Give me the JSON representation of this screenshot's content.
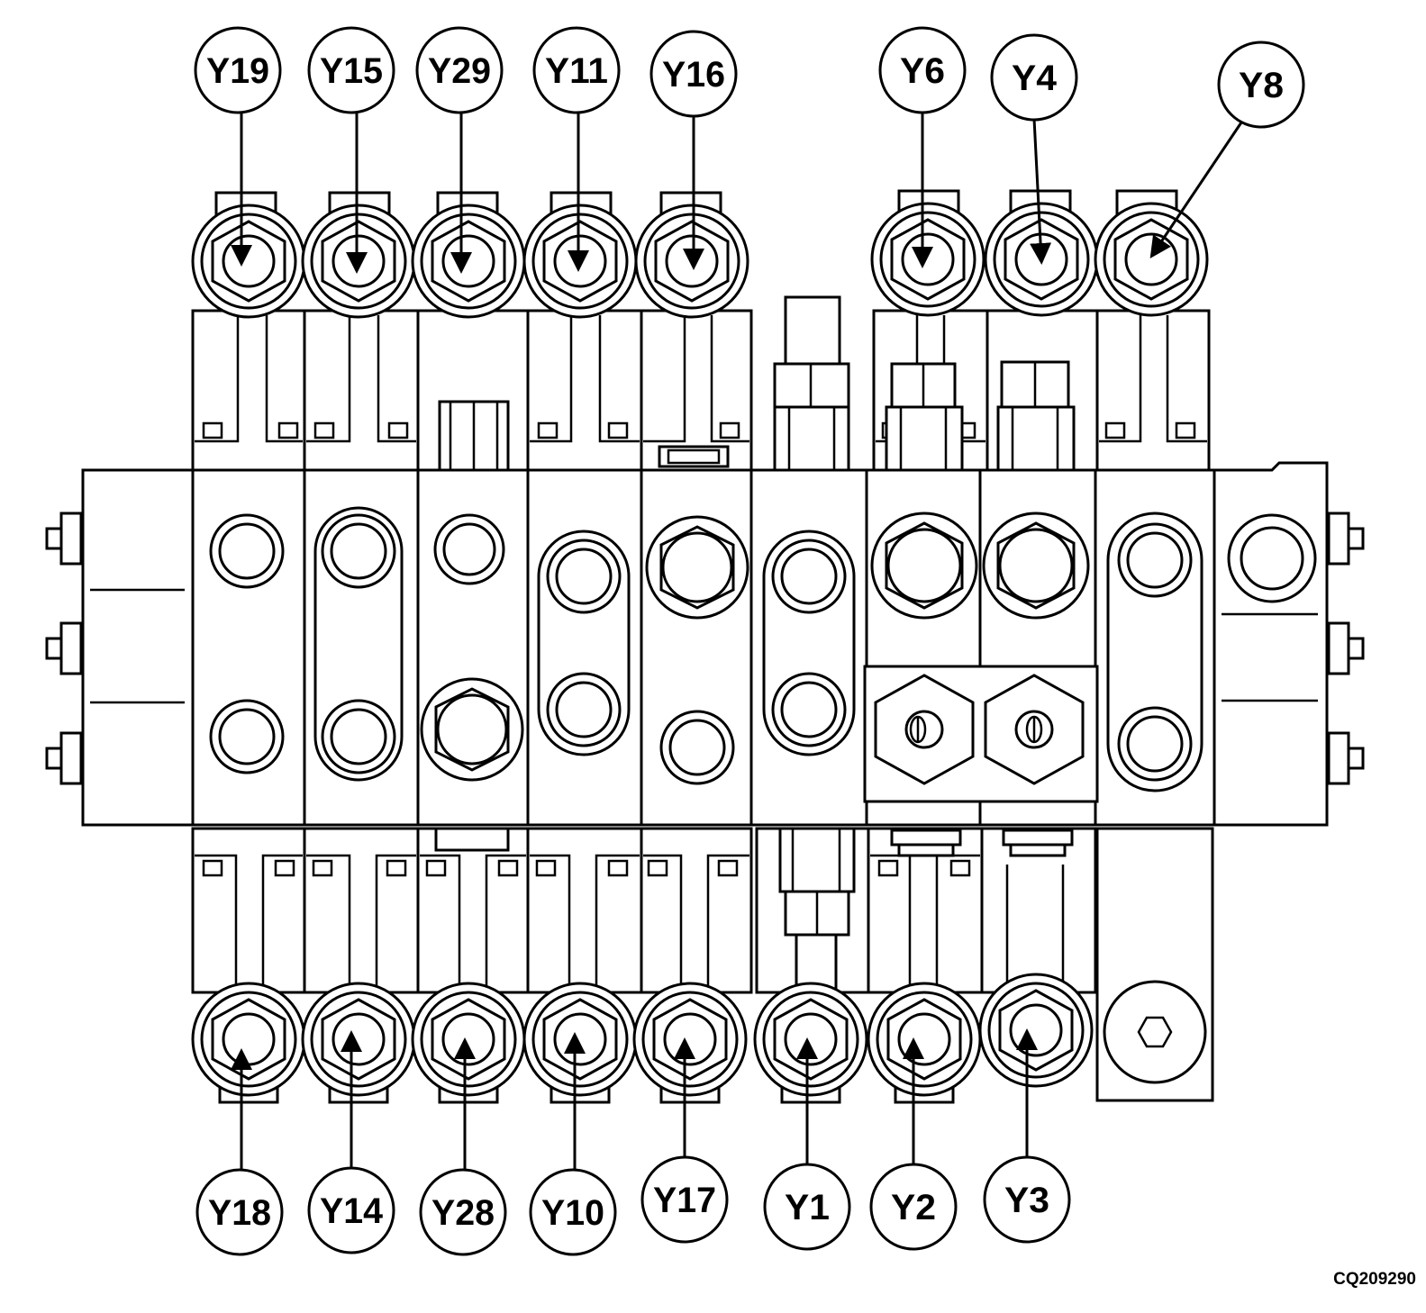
{
  "figure_ref": "CQ209290",
  "callouts": {
    "top": [
      {
        "id": "Y19",
        "label": "Y19"
      },
      {
        "id": "Y15",
        "label": "Y15"
      },
      {
        "id": "Y29",
        "label": "Y29"
      },
      {
        "id": "Y11",
        "label": "Y11"
      },
      {
        "id": "Y16",
        "label": "Y16"
      },
      {
        "id": "Y6",
        "label": "Y6"
      },
      {
        "id": "Y4",
        "label": "Y4"
      },
      {
        "id": "Y8",
        "label": "Y8"
      }
    ],
    "bottom": [
      {
        "id": "Y18",
        "label": "Y18"
      },
      {
        "id": "Y14",
        "label": "Y14"
      },
      {
        "id": "Y28",
        "label": "Y28"
      },
      {
        "id": "Y10",
        "label": "Y10"
      },
      {
        "id": "Y17",
        "label": "Y17"
      },
      {
        "id": "Y1",
        "label": "Y1"
      },
      {
        "id": "Y2",
        "label": "Y2"
      },
      {
        "id": "Y3",
        "label": "Y3"
      }
    ]
  },
  "colors": {
    "line": "#000000",
    "fill": "#ffffff"
  }
}
